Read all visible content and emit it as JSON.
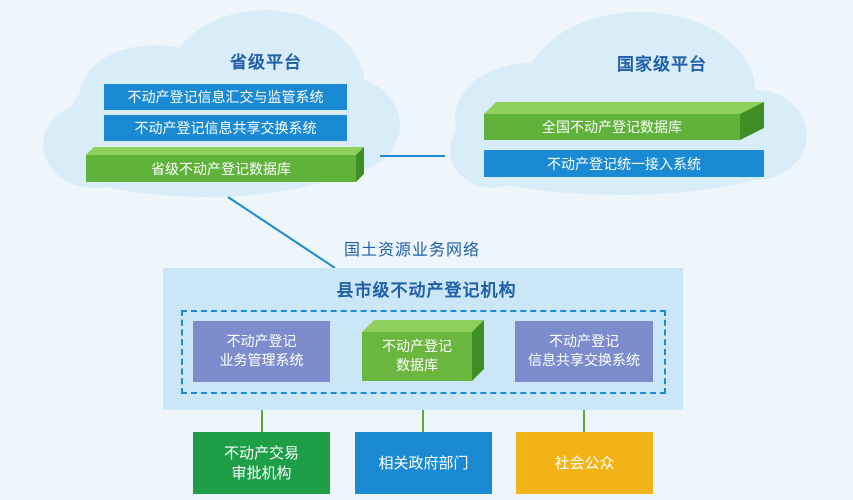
{
  "provincial": {
    "title": "省级平台",
    "items": [
      "不动产登记信息汇交与监管系统",
      "不动产登记信息共享交换系统"
    ],
    "database": "省级不动产登记数据库"
  },
  "national": {
    "title": "国家级平台",
    "database": "全国不动产登记数据库",
    "access_system": "不动产登记统一接入系统"
  },
  "network_label": "国土资源业务网络",
  "county": {
    "title": "县市级不动产登记机构",
    "left_system": "不动产登记\n业务管理系统",
    "database": "不动产登记\n数据库",
    "right_system": "不动产登记\n信息共享交换系统"
  },
  "consumers": [
    {
      "label": "不动产交易\n审批机构",
      "color": "#1d9e47"
    },
    {
      "label": "相关政府部门",
      "color": "#1a8ad4"
    },
    {
      "label": "社会公众",
      "color": "#f2b316"
    }
  ],
  "colors": {
    "cloud": "#d9edf9",
    "blue_bar": "#1a8ad4",
    "green_bar": "#5fb23a",
    "purple_box": "#7d8ccc",
    "title_text": "#1f5ea8",
    "panel": "#cbe6f6"
  }
}
